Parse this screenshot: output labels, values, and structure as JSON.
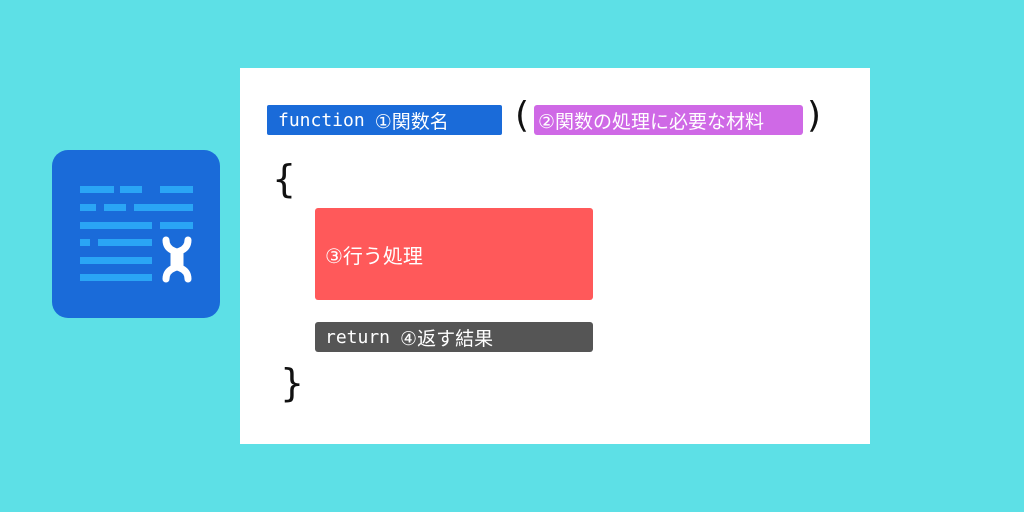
{
  "icon": {
    "name": "document-wrench-icon",
    "color": "#1a6bd9",
    "line_color": "#2aa5f5"
  },
  "card": {
    "function_keyword": "function",
    "function_name_label": "①関数名",
    "paren_open": "(",
    "param_label": "②関数の処理に必要な材料",
    "paren_close": ")",
    "brace_open": "{",
    "body_label": "③行う処理",
    "return_keyword": "return",
    "return_label": "④返す結果",
    "brace_close": "}"
  },
  "colors": {
    "background": "#5de0e6",
    "function_chip": "#1a6bd9",
    "param_chip": "#cf69e6",
    "body_box": "#ff595a",
    "return_chip": "#555555"
  }
}
